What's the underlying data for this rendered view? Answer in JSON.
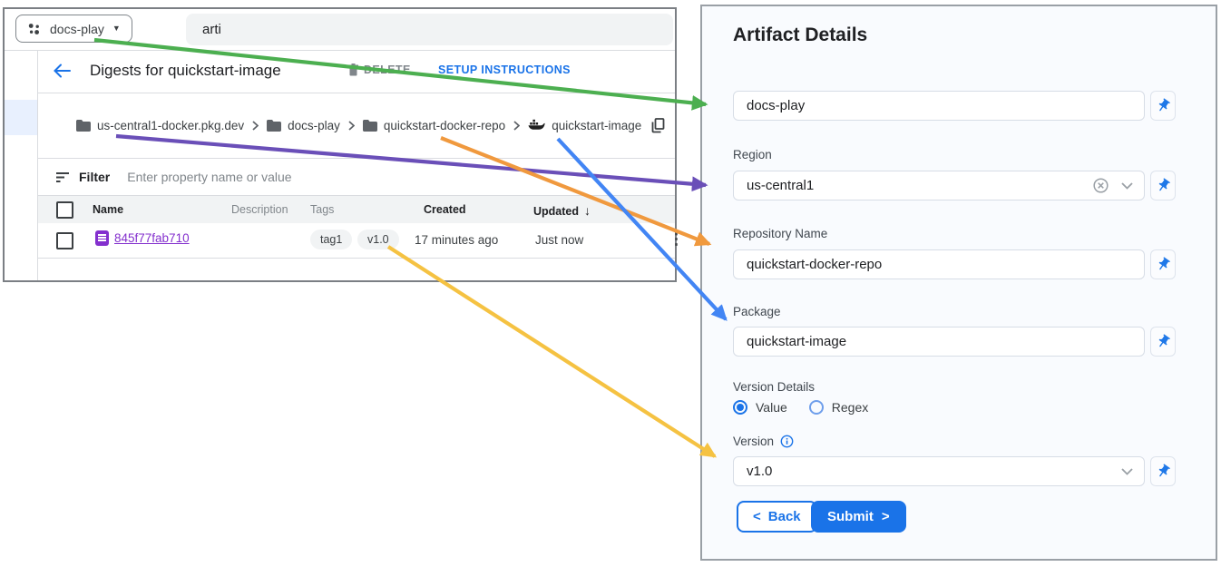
{
  "console": {
    "project_switcher": {
      "label": "docs-play"
    },
    "search": {
      "value": "arti"
    },
    "header": {
      "title": "Digests for quickstart-image",
      "delete_label": "DELETE",
      "setup_label": "SETUP INSTRUCTIONS"
    },
    "breadcrumb": {
      "items": [
        {
          "icon": "folder-icon",
          "label": "us-central1-docker.pkg.dev"
        },
        {
          "icon": "folder-icon",
          "label": "docs-play"
        },
        {
          "icon": "folder-icon",
          "label": "quickstart-docker-repo"
        },
        {
          "icon": "docker-whale-icon",
          "label": "quickstart-image"
        }
      ]
    },
    "filter": {
      "label": "Filter",
      "placeholder": "Enter property name or value"
    },
    "table": {
      "columns": [
        "Name",
        "Description",
        "Tags",
        "Created",
        "Updated"
      ],
      "sorted_column": "Updated",
      "sort_direction": "desc",
      "rows": [
        {
          "name": "845f77fab710",
          "description": "",
          "tags": [
            "tag1",
            "v1.0"
          ],
          "created": "17 minutes ago",
          "updated": "Just now"
        }
      ]
    }
  },
  "panel": {
    "title": "Artifact Details",
    "fields": {
      "project": {
        "value": "docs-play"
      },
      "region": {
        "label": "Region",
        "value": "us-central1"
      },
      "repository": {
        "label": "Repository Name",
        "value": "quickstart-docker-repo"
      },
      "package": {
        "label": "Package",
        "value": "quickstart-image"
      },
      "version_details": {
        "label": "Version Details",
        "options": [
          "Value",
          "Regex"
        ],
        "selected": "Value"
      },
      "version": {
        "label": "Version",
        "value": "v1.0"
      }
    },
    "buttons": {
      "back_chevron": "<",
      "back": "Back",
      "submit": "Submit",
      "submit_chevron": ">"
    }
  },
  "icons": {
    "project_caret": "▼",
    "sort_desc": "↓",
    "overflow_menu": "⋮"
  },
  "colors": {
    "accent_blue": "#1a73e8",
    "link_purple": "#8430ce",
    "arrow_green": "#4caf50",
    "arrow_purple": "#6a4fb8",
    "arrow_orange": "#f0993e",
    "arrow_blue": "#4285f4",
    "arrow_yellow": "#f5c242"
  }
}
